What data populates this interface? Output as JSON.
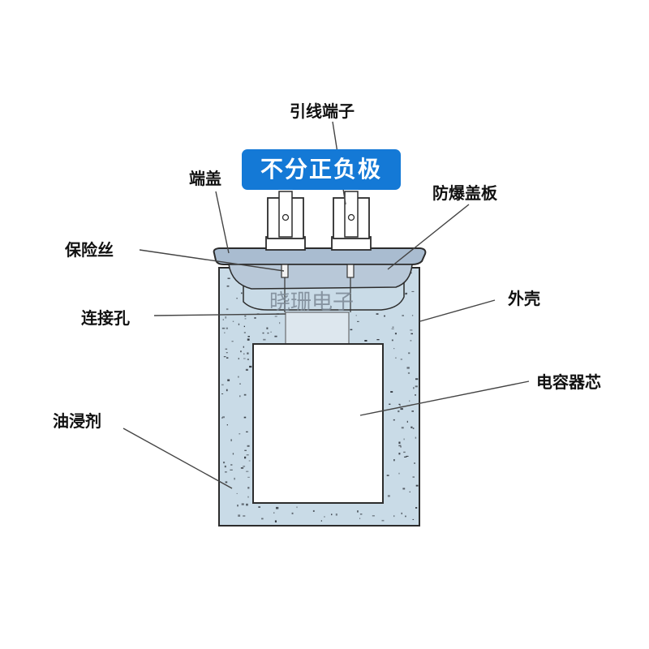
{
  "banner": "不分正负极",
  "watermark": "晓珊电子",
  "labels": {
    "terminal": "引线端子",
    "end_cap": "端盖",
    "explosion_proof_plate": "防爆盖板",
    "fuse": "保险丝",
    "connection_hole": "连接孔",
    "shell": "外壳",
    "capacitor_core": "电容器芯",
    "oil_impregnant": "油浸剂"
  },
  "colors": {
    "shell_fill": "#c9dbe7",
    "cap_fill": "#a9bcd0",
    "core_fill": "#ffffff",
    "speckle": "#2a2f36",
    "banner_bg": "#1479d6",
    "outline": "#2c2c2c"
  }
}
